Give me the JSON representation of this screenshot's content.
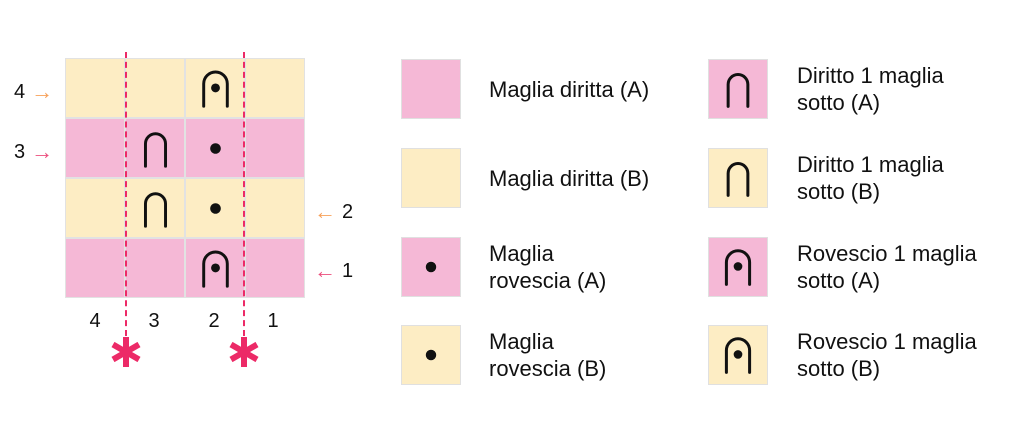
{
  "colors": {
    "A": "#f5b8d6",
    "B": "#fdedc4",
    "dash": "#ec2a67",
    "arrow_orange": "#f7a15a",
    "arrow_pink": "#ec4f7e",
    "ink": "#111111"
  },
  "chart": {
    "rows": [
      {
        "label": "4",
        "side": "left",
        "arrow": "→",
        "arrow_color": "orange",
        "color": "B",
        "cells": [
          "",
          "",
          "purl-below",
          ""
        ]
      },
      {
        "label": "3",
        "side": "left",
        "arrow": "→",
        "arrow_color": "pink",
        "color": "A",
        "cells": [
          "",
          "knit-below",
          "purl",
          ""
        ]
      },
      {
        "label": "2",
        "side": "right",
        "arrow": "←",
        "arrow_color": "orange",
        "color": "B",
        "cells": [
          "",
          "knit-below",
          "purl",
          ""
        ]
      },
      {
        "label": "1",
        "side": "right",
        "arrow": "←",
        "arrow_color": "pink",
        "color": "A",
        "cells": [
          "",
          "",
          "purl-below",
          ""
        ]
      }
    ],
    "columns": [
      "4",
      "3",
      "2",
      "1"
    ],
    "repeat_marker": "*"
  },
  "legend": [
    {
      "color": "A",
      "symbol": "knit",
      "lines": [
        "Maglia diritta (A)"
      ]
    },
    {
      "color": "B",
      "symbol": "knit",
      "lines": [
        "Maglia diritta (B)"
      ]
    },
    {
      "color": "A",
      "symbol": "purl",
      "lines": [
        "Maglia",
        "rovescia (A)"
      ]
    },
    {
      "color": "B",
      "symbol": "purl",
      "lines": [
        "Maglia",
        "rovescia (B)"
      ]
    },
    {
      "color": "A",
      "symbol": "knit-below",
      "lines": [
        "Diritto 1 maglia",
        "sotto (A)"
      ]
    },
    {
      "color": "B",
      "symbol": "knit-below",
      "lines": [
        "Diritto 1 maglia",
        "sotto (B)"
      ]
    },
    {
      "color": "A",
      "symbol": "purl-below",
      "lines": [
        "Rovescio 1 maglia",
        "sotto (A)"
      ]
    },
    {
      "color": "B",
      "symbol": "purl-below",
      "lines": [
        "Rovescio 1 maglia",
        "sotto (B)"
      ]
    }
  ],
  "icons": {
    "knit": "empty-square",
    "purl": "dot-icon",
    "knit-below": "arch-icon",
    "purl-below": "arch-dot-icon",
    "star": "asterisk-icon"
  }
}
